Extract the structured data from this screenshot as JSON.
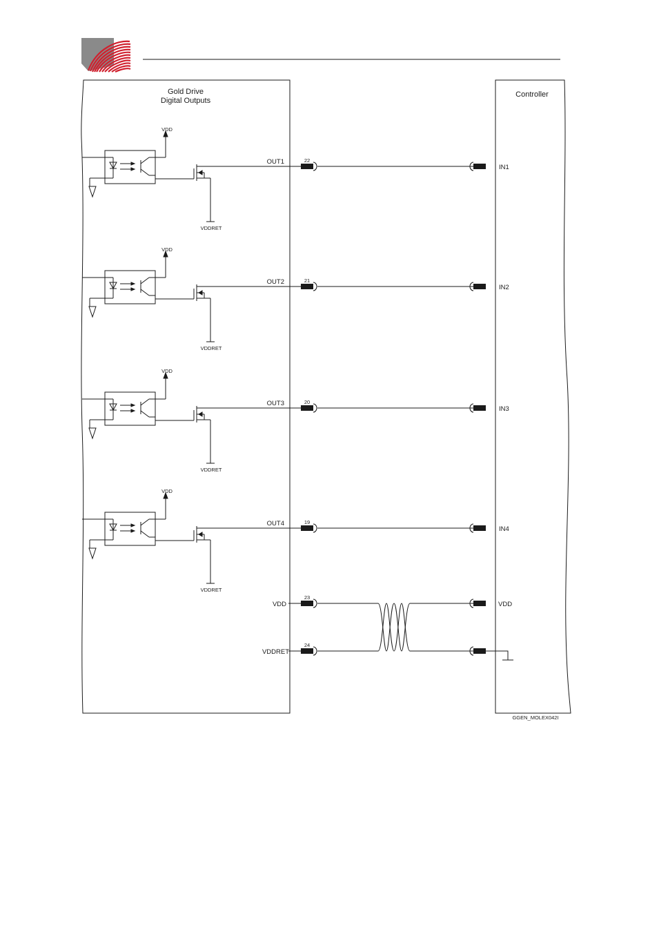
{
  "drive": {
    "title_line1": "Gold Drive",
    "title_line2": "Digital Outputs"
  },
  "controller": {
    "title": "Controller"
  },
  "channels": [
    {
      "out": "OUT1",
      "pin": "22",
      "in": "IN1",
      "vdd": "VDD",
      "vddret": "VDDRET"
    },
    {
      "out": "OUT2",
      "pin": "21",
      "in": "IN2",
      "vdd": "VDD",
      "vddret": "VDDRET"
    },
    {
      "out": "OUT3",
      "pin": "20",
      "in": "IN3",
      "vdd": "VDD",
      "vddret": "VDDRET"
    },
    {
      "out": "OUT4",
      "pin": "19",
      "in": "IN4",
      "vdd": "VDD",
      "vddret": "VDDRET"
    }
  ],
  "supply": {
    "vdd_label": "VDD",
    "vdd_pin": "23",
    "vddret_label": "VDDRET",
    "vddret_pin": "24",
    "controller_vdd": "VDD"
  },
  "figure_id": "GGEN_MOLEX042I",
  "colors": {
    "logo_red": "#d0202e",
    "logo_gray": "#8a8a8a",
    "line": "#1a1a1a",
    "connector": "#1a1a1a"
  }
}
